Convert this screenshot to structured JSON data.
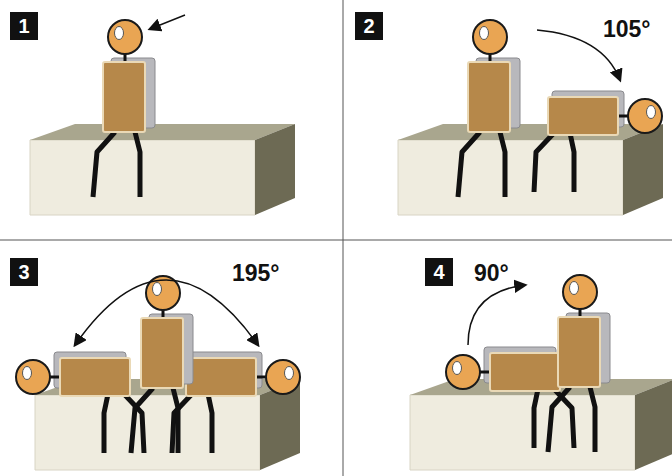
{
  "diagram": {
    "nodes": [
      {
        "text": [
          "1"
        ]
      },
      {
        "text": [
          "2"
        ]
      },
      {
        "text": [
          "3"
        ]
      },
      {
        "text": [
          "4"
        ]
      }
    ],
    "labels": [
      "105°",
      "195°",
      "90°"
    ]
  }
}
